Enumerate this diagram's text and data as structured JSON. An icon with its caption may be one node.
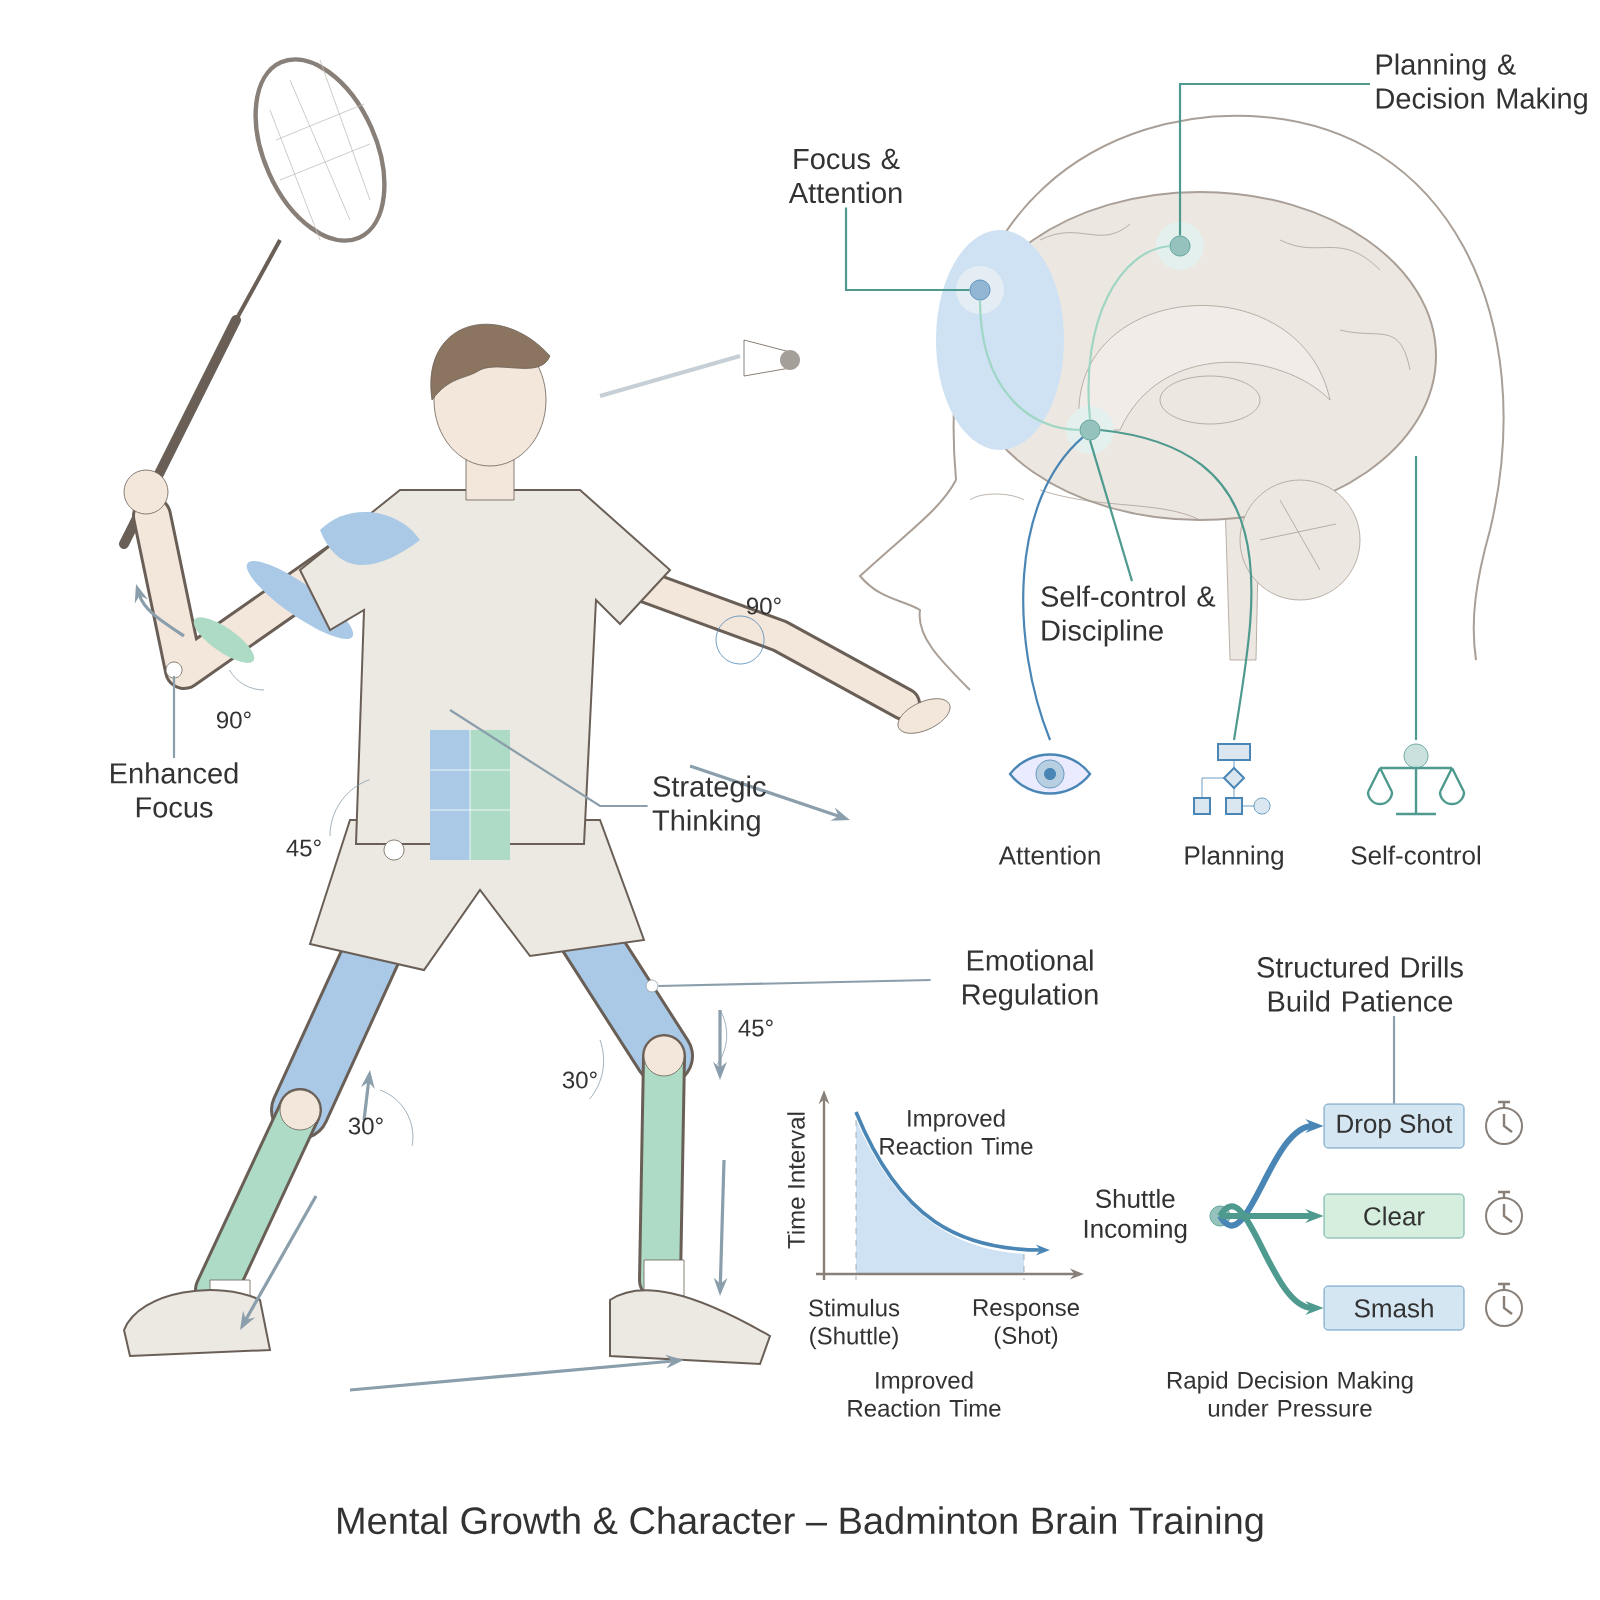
{
  "diagram": {
    "title": "Mental Growth & Character – Badminton Brain Training",
    "nodes": [
      {
        "text": [
          "Focus & Attention"
        ]
      },
      {
        "text": [
          "Planning & Decision Making"
        ]
      },
      {
        "text": [
          "Self-control & Discipline"
        ]
      },
      {
        "text": [],
        "shape": "circle"
      },
      {
        "text": [],
        "shape": "circle"
      },
      {
        "text": [],
        "shape": "circle"
      },
      {
        "text": [
          "Attention"
        ]
      },
      {
        "text": [
          "Planning"
        ]
      },
      {
        "text": [
          "Self-control"
        ]
      },
      {
        "text": [
          "Enhanced Focus"
        ]
      },
      {
        "text": [
          "Strategic Thinking"
        ]
      },
      {
        "text": [
          "Emotional Regulation"
        ]
      },
      {
        "text": [
          "Structured Drills Build Patience"
        ]
      },
      {
        "text": [],
        "shape": "circle",
        "beside": [
          "Shuttle Incoming"
        ]
      },
      {
        "text": [
          "Drop Shot"
        ]
      },
      {
        "text": [
          "Clear"
        ]
      },
      {
        "text": [
          "Smash"
        ]
      },
      {
        "text": [],
        "shape": "circle"
      }
    ],
    "edges": [
      {
        "from": 0,
        "to": 3,
        "arrow": "none"
      },
      {
        "from": 1,
        "to": 4,
        "arrow": "none"
      },
      {
        "from": 2,
        "to": 5,
        "arrow": "none"
      },
      {
        "from": 5,
        "to": 6,
        "arrow": "none",
        "color": "#4a86b5"
      },
      {
        "from": 5,
        "to": 7,
        "arrow": "none"
      },
      {
        "from": null,
        "to": 8,
        "arrow": "none"
      },
      {
        "from": 9,
        "to": null,
        "arrow": "none",
        "color": "#8a9eab"
      },
      {
        "from": 10,
        "to": null,
        "arrow": "none",
        "color": "#8a9eab"
      },
      {
        "from": 11,
        "to": 17,
        "arrow": "none",
        "color": "#8a9eab"
      },
      {
        "from": 12,
        "to": 14,
        "arrow": "none",
        "color": "#8a9eab"
      },
      {
        "from": 13,
        "to": 14,
        "arrow": "to",
        "style": "thick",
        "color": "#4a86b5"
      },
      {
        "from": 13,
        "to": 15,
        "arrow": "to",
        "style": "thick"
      },
      {
        "from": 13,
        "to": 16,
        "arrow": "to",
        "style": "thick"
      },
      {
        "from": 3,
        "to": 5,
        "arrow": "none",
        "color": "#9fd6c4"
      },
      {
        "from": 5,
        "to": 4,
        "arrow": "none",
        "color": "#9fd6c4"
      }
    ],
    "labels": [
      "90°",
      "90°",
      "45°",
      "45°",
      "30°",
      "30°",
      "Improved Reaction Time",
      "Time Interval",
      "Stimulus (Shuttle)",
      "Response (Shot)",
      "Improved Reaction Time",
      "Rapid Decision Making under Pressure"
    ]
  }
}
